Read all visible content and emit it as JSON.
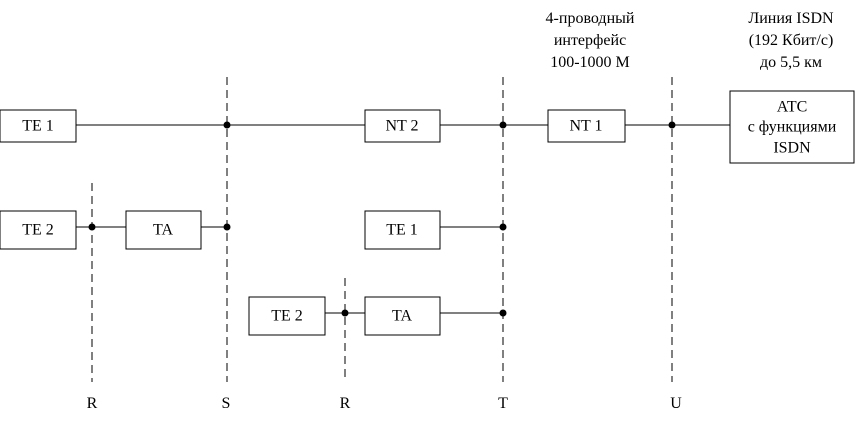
{
  "notes": {
    "interface": [
      "4-проводный",
      "интерфейс",
      "100-1000 М"
    ],
    "line": [
      "Линия ISDN",
      "(192 Кбит/с)",
      "до 5,5 км"
    ]
  },
  "blocks": {
    "te1_top": "TE 1",
    "nt2": "NT 2",
    "nt1": "NT 1",
    "exchange": [
      "АТС",
      "с функциями",
      "ISDN"
    ],
    "te2_left": "TE 2",
    "ta_left": "TA",
    "te1_mid": "TE 1",
    "te2_low": "TE 2",
    "ta_low": "TA"
  },
  "reference_points": {
    "r1": "R",
    "s": "S",
    "r2": "R",
    "t": "T",
    "u": "U"
  }
}
